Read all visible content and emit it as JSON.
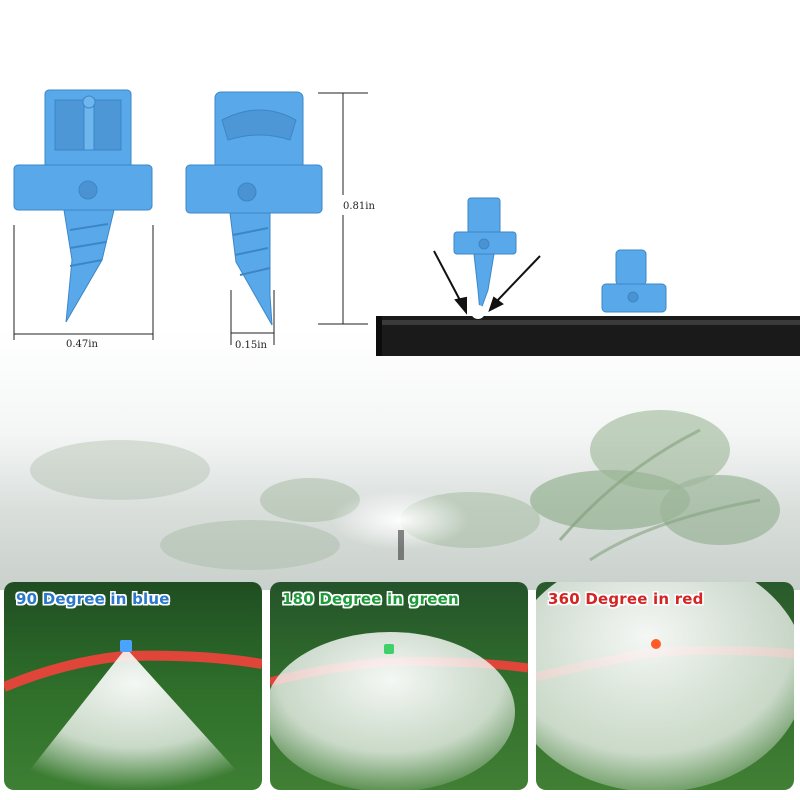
{
  "dimensions": {
    "width_label": "0.47in",
    "tip_label": "0.15in",
    "height_label": "0.81in"
  },
  "panels": [
    {
      "title": "90 Degree in blue",
      "color": "#2a78c8",
      "nozzle_color": "#4aa3ff"
    },
    {
      "title": "180 Degree in green",
      "color": "#1f9a3a",
      "nozzle_color": "#3fd06a"
    },
    {
      "title": "360 Degree in red",
      "color": "#d42424",
      "nozzle_color": "#ff5a2a"
    }
  ],
  "colors": {
    "nozzle_blue": "#59a9ea",
    "pipe_black": "#1a1a1a",
    "mist": "#e8ecec",
    "grass": "#2f6e2a",
    "hose_red": "#e0453a"
  }
}
